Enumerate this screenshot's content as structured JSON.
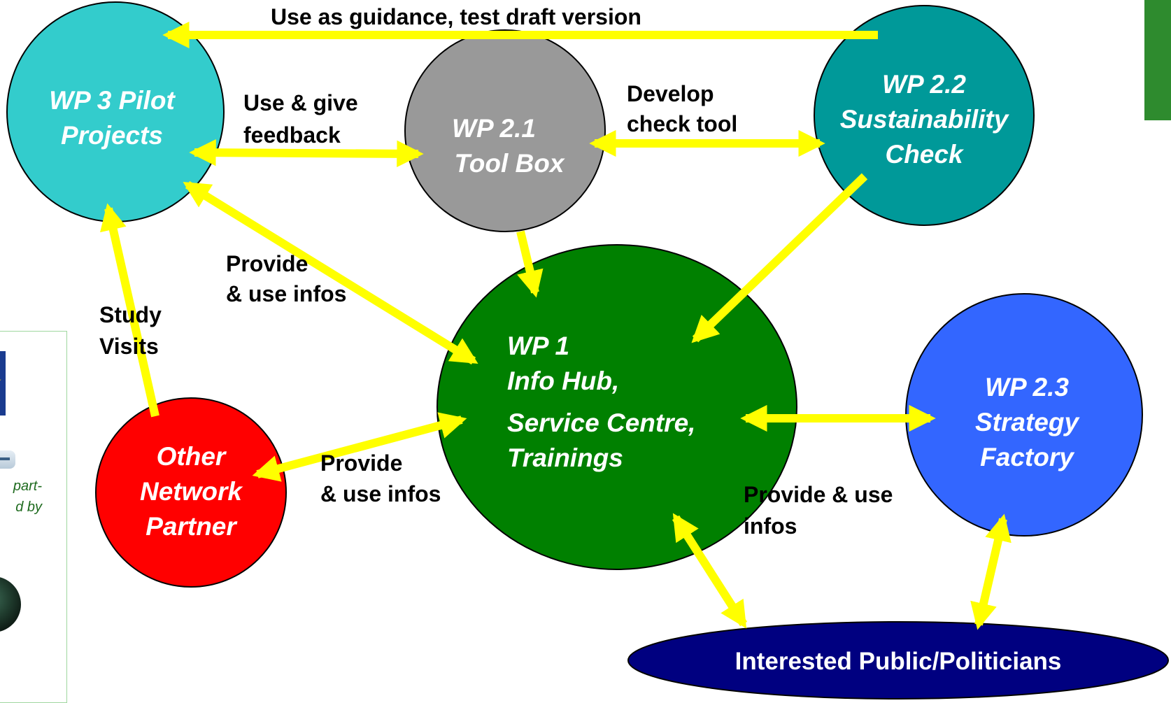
{
  "nodes": {
    "wp3": [
      "WP 3 Pilot",
      "Projects"
    ],
    "wp21": [
      "WP 2.1",
      "Tool Box"
    ],
    "wp22": [
      "WP 2.2",
      "Sustainability",
      "Check"
    ],
    "wp1": [
      "WP 1",
      "Info Hub,",
      "Service Centre,",
      "Trainings"
    ],
    "wp23": [
      "WP 2.3",
      "Strategy",
      "Factory"
    ],
    "other": [
      "Other",
      "Network",
      "Partner"
    ],
    "public": [
      "Interested Public/Politicians"
    ]
  },
  "edges": {
    "top": [
      "Use as guidance, test draft version"
    ],
    "use_feedback": [
      "Use & give",
      "feedback"
    ],
    "develop": [
      "Develop",
      "check tool"
    ],
    "provide_left": [
      "Provide",
      "& use infos"
    ],
    "study": [
      "Study",
      "Visits"
    ],
    "provide_mid": [
      "Provide",
      "& use infos"
    ],
    "provide_right": [
      "Provide & use",
      "infos"
    ]
  },
  "side_panel": {
    "text": [
      "part-",
      "d by"
    ]
  },
  "colors": {
    "arrow": "#FFFF00",
    "wp3": "#33CCCC",
    "wp21": "#999999",
    "wp22": "#009999",
    "wp1": "#008000",
    "wp23": "#3366FF",
    "other": "#FF0000",
    "public": "#000080"
  }
}
